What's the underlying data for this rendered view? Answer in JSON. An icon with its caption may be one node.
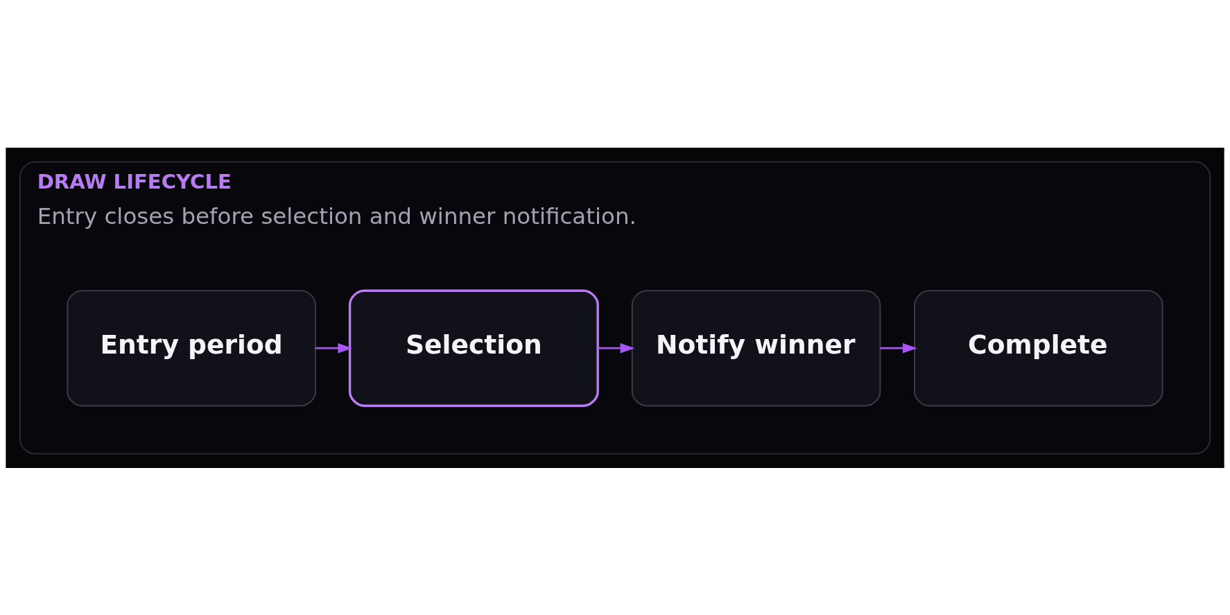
{
  "diagram": {
    "nodes": [
      {
        "text": [
          "DRAW LIFECYCLE",
          "Entry closes before selection and winner notification."
        ]
      },
      {
        "text": [
          "Entry period"
        ],
        "in": 0
      },
      {
        "text": [
          "Selection"
        ],
        "in": 0
      },
      {
        "text": [
          "Notify winner"
        ],
        "in": 0
      },
      {
        "text": [
          "Complete"
        ],
        "in": 0
      }
    ],
    "edges": [
      {
        "from": 1,
        "to": 2,
        "arrow": "to"
      },
      {
        "from": 2,
        "to": 3,
        "arrow": "to"
      },
      {
        "from": 3,
        "to": 4,
        "arrow": "to"
      }
    ]
  }
}
